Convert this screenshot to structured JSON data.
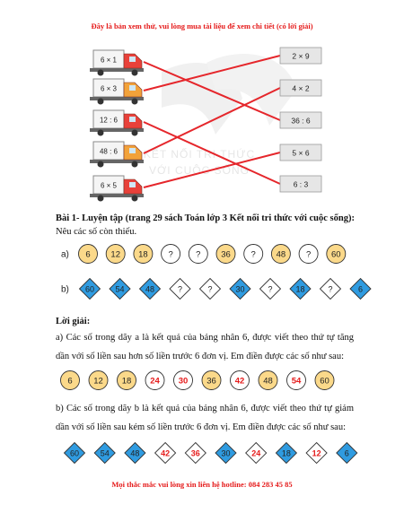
{
  "header_note": "Đây là bản xem thử, vui lòng mua tài liệu để xem chi tiết (có lời giải)",
  "footer_note": "Mọi thắc mắc vui lòng xin liên hệ hotline: 084 283 45 85",
  "watermark": [
    "KẾT NỐI TRI THỨC",
    "VỚI CUỘC SỐNG"
  ],
  "matching": {
    "trucks": [
      {
        "label": "6 × 1",
        "color": "#e8413a"
      },
      {
        "label": "6 × 3",
        "color": "#f2a23a"
      },
      {
        "label": "12 : 6",
        "color": "#e8413a"
      },
      {
        "label": "48 : 6",
        "color": "#f2a23a"
      },
      {
        "label": "6 × 5",
        "color": "#e8413a"
      }
    ],
    "boxes": [
      "2 × 9",
      "4 × 2",
      "36 : 6",
      "5 × 6",
      "6 : 3"
    ],
    "links": [
      [
        0,
        2
      ],
      [
        1,
        0
      ],
      [
        2,
        4
      ],
      [
        3,
        1
      ],
      [
        4,
        3
      ]
    ]
  },
  "exercise": {
    "title": "Bài 1- Luyện tập (trang 29 sách Toán lớp 3 Kết nối tri thức với cuộc sống):",
    "instruction": "Nêu các số còn thiếu.",
    "row_a": {
      "label": "a)",
      "items": [
        "6",
        "12",
        "18",
        "?",
        "?",
        "36",
        "?",
        "48",
        "?",
        "60"
      ]
    },
    "row_b": {
      "label": "b)",
      "items": [
        "60",
        "54",
        "48",
        "?",
        "?",
        "30",
        "?",
        "18",
        "?",
        "6"
      ]
    }
  },
  "solution": {
    "title": "Lời giải:",
    "para_a": "a) Các số trong dãy a là kết quả của bảng nhân 6, được viết theo thứ tự tăng dần với số liền sau hơn số liền trước 6 đơn vị. Em điền được các số như sau:",
    "row_a": [
      "6",
      "12",
      "18",
      "24",
      "30",
      "36",
      "42",
      "48",
      "54",
      "60"
    ],
    "filled_a": [
      3,
      4,
      6,
      8
    ],
    "para_b": "b) Các số trong dãy b là kết quả của bảng nhân 6, được viết theo thứ tự giảm dần với số liền sau kém số liền trước 6 đơn vị. Em điền được các số như sau:",
    "row_b": [
      "60",
      "54",
      "48",
      "42",
      "36",
      "30",
      "24",
      "18",
      "12",
      "6"
    ],
    "filled_b": [
      3,
      4,
      6,
      8
    ]
  },
  "colors": {
    "circle_fill": "#fbd98a",
    "diamond_fill": "#2f9be0",
    "answer_red": "#e51b1b",
    "box_fill": "#e6e6e6",
    "line_red": "#e5262b"
  }
}
